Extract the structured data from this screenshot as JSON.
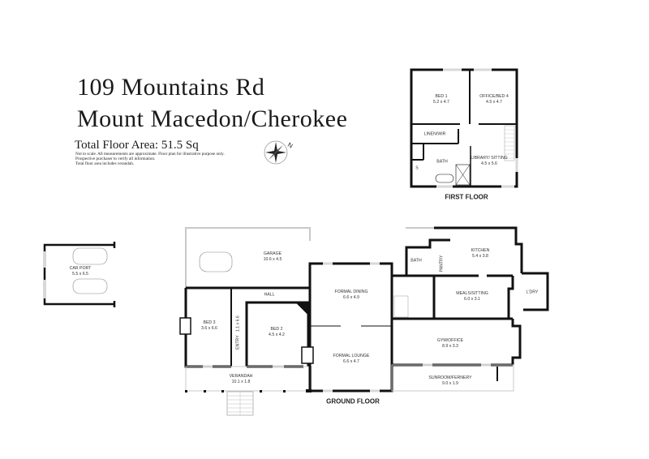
{
  "header": {
    "address_line1": "109 Mountains Rd",
    "address_line2": "Mount Macedon/Cherokee",
    "total_floor_area": "Total Floor Area: 51.5 Sq",
    "notes": [
      "Not to scale. All measurements are approximate. Floor plan for illustrative purpose only.",
      "Prospective purchaser to verify all information.",
      "Total floor area includes verandah."
    ],
    "compass_label": "N"
  },
  "first_floor": {
    "label": "FIRST FLOOR",
    "rooms": [
      {
        "name": "BED 1",
        "size": "5.2 x 4.7"
      },
      {
        "name": "OFFICE/BED 4",
        "size": "4.5 x 4.7"
      },
      {
        "name": "LINEN/WIR",
        "size": ""
      },
      {
        "name": "BATH",
        "size": ""
      },
      {
        "name": "LIBRARY/ SITTING",
        "size": "4.5 x 5.6"
      },
      {
        "name": "S",
        "size": ""
      }
    ]
  },
  "ground_floor": {
    "label": "GROUND FLOOR",
    "rooms": [
      {
        "name": "CAR PORT",
        "size": "5.5 x 6.5"
      },
      {
        "name": "GARAGE",
        "size": "10.6 x 4.5"
      },
      {
        "name": "HALL",
        "size": ""
      },
      {
        "name": "BED 3",
        "size": "3.6 x 6.6"
      },
      {
        "name": "ENTRY",
        "size": "1.1 x 6.6"
      },
      {
        "name": "BED 2",
        "size": "4.5 x 4.2"
      },
      {
        "name": "VERANDAH",
        "size": "10.1 x 1.8"
      },
      {
        "name": "FORMAL DINING",
        "size": "6.6 x 4.9"
      },
      {
        "name": "FORMAL LOUNGE",
        "size": "6.6 x 4.7"
      },
      {
        "name": "BATH",
        "size": ""
      },
      {
        "name": "PANTRY",
        "size": ""
      },
      {
        "name": "KITCHEN",
        "size": "5.4 x 3.8"
      },
      {
        "name": "MEALS/SITTING",
        "size": "6.0 x 3.1"
      },
      {
        "name": "L'DRY",
        "size": ""
      },
      {
        "name": "GYM/OFFICE",
        "size": "8.9 x 3.3"
      },
      {
        "name": "SUNROOM/FERNERY",
        "size": "9.0 x 1.9"
      }
    ]
  },
  "colors": {
    "wall": "#111111",
    "window": "#d8d8d8",
    "thin": "#bbbbbb",
    "text": "#333333"
  }
}
